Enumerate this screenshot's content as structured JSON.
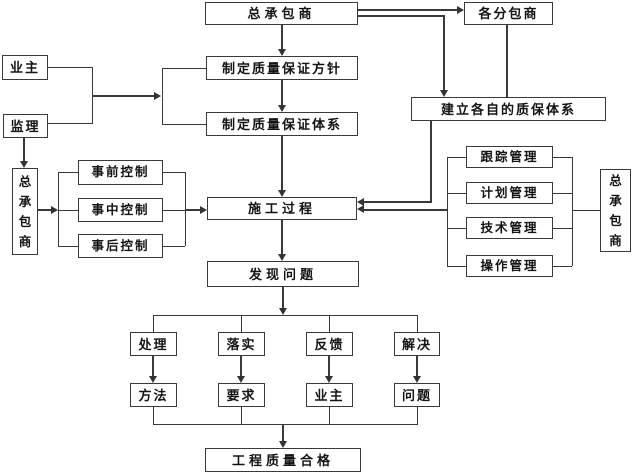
{
  "diagram": {
    "type": "flowchart",
    "colors": {
      "line": "#3a3a3a",
      "box_border": "#3a3a3a",
      "text": "#141414",
      "background": "#ffffff"
    },
    "nodes": {
      "general_contractor_top": "总承包商",
      "subcontractors": "各分包商",
      "quality_policy": "制定质量保证方针",
      "quality_system": "制定质量保证体系",
      "own_qa_system": "建立各自的质保体系",
      "owner": "业主",
      "supervisor": "监理",
      "general_contractor_left": "总\n承\n包\n商",
      "pre_control": "事前控制",
      "mid_control": "事中控制",
      "post_control": "事后控制",
      "construction_process": "施工过程",
      "tracking_management": "跟踪管理",
      "plan_management": "计划管理",
      "technical_management": "技术管理",
      "operation_management": "操作管理",
      "general_contractor_right": "总\n承\n包\n商",
      "problem_found": "发现问题",
      "handle": "处理",
      "implement": "落实",
      "feedback": "反馈",
      "solve": "解决",
      "method": "方法",
      "requirement": "要求",
      "owner_bottom": "业主",
      "problem": "问题",
      "project_quality_pass": "工程质量合格"
    }
  }
}
